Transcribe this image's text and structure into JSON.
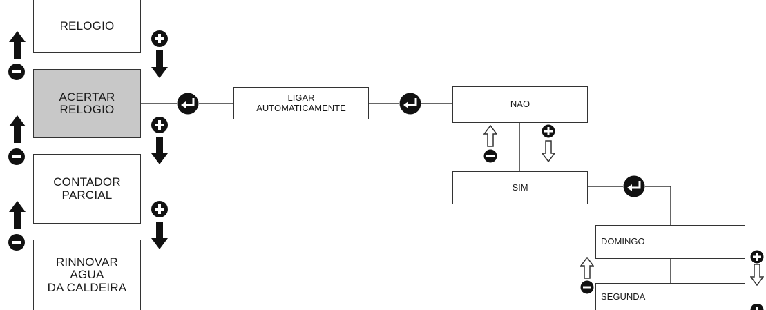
{
  "menu": {
    "items": [
      {
        "id": "relogio",
        "label": "RELOGIO",
        "selected": false
      },
      {
        "id": "acertar-relogio",
        "label": "ACERTAR\nRELOGIO",
        "selected": true
      },
      {
        "id": "contador-parcial",
        "label": "CONTADOR\nPARCIAL",
        "selected": false
      },
      {
        "id": "rinnovar-agua",
        "label": "RINNOVAR\nAGUA\nDA CALDEIRA",
        "selected": false
      }
    ]
  },
  "flow": {
    "ligar": "LIGAR\nAUTOMATICAMENTE",
    "nao": "NAO",
    "sim": "SIM",
    "domingo": "DOMINGO",
    "segunda": "SEGUNDA"
  },
  "colors": {
    "selected_fill": "#c8c8c8",
    "line": "#333333",
    "icon": "#111111"
  },
  "icons": {
    "up_filled": "arrow-up-icon",
    "down_filled": "arrow-down-icon",
    "up_outline": "outline-arrow-up-icon",
    "down_outline": "outline-arrow-down-icon",
    "plus": "plus-circle-icon",
    "minus": "minus-circle-icon",
    "enter": "enter-icon"
  }
}
